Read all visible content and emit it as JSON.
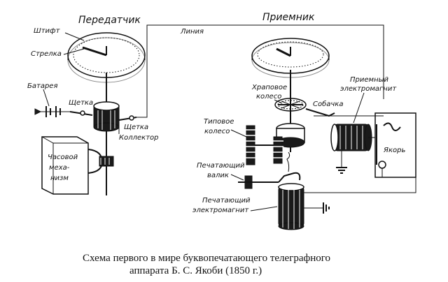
{
  "headings": {
    "transmitter": "Передатчик",
    "receiver": "Приемник"
  },
  "labels": {
    "pin": "Штифт",
    "arrow": "Стрелка",
    "line": "Линия",
    "battery": "Батарея",
    "brush_left": "Щетка",
    "brush_right": "Щетка",
    "collector": "Коллектор",
    "clockwork_1": "Часовой",
    "clockwork_2": "меха-",
    "clockwork_3": "низм",
    "ratchet_1": "Храповое",
    "ratchet_2": "колесо",
    "pawl": "Собачка",
    "type_wheel_1": "Типовое",
    "type_wheel_2": "колесо",
    "rec_magnet_1": "Приемный",
    "rec_magnet_2": "электромагнит",
    "armature": "Якорь",
    "roller_1": "Печатающий",
    "roller_2": "валик",
    "print_magnet_1": "Печатающий",
    "print_magnet_2": "электромагнит"
  },
  "caption": {
    "line1": "Схема первого в мире буквопечатающего телеграфного",
    "line2": "аппарата Б. С. Якоби (1850 г.)"
  },
  "colors": {
    "ink": "#111111",
    "paper": "#ffffff"
  }
}
